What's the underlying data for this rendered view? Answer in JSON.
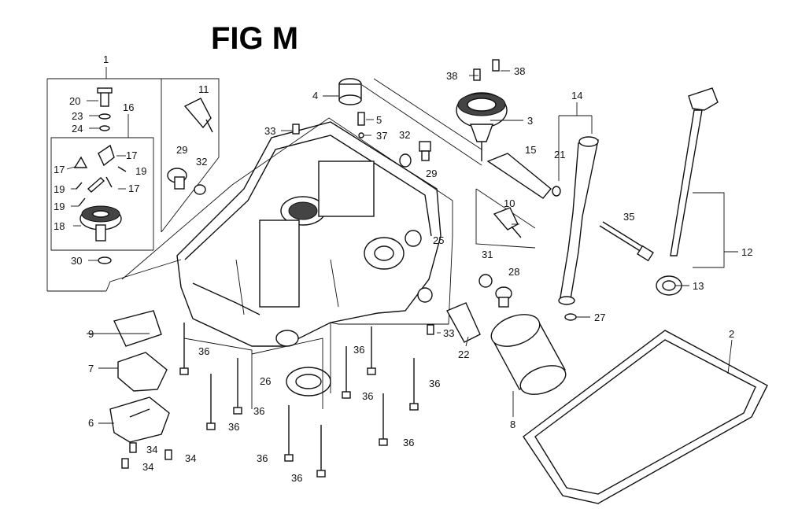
{
  "figure": {
    "title": "FIG M"
  },
  "callouts": [
    {
      "id": "c1",
      "text": "1"
    },
    {
      "id": "c2",
      "text": "2"
    },
    {
      "id": "c3",
      "text": "3"
    },
    {
      "id": "c4",
      "text": "4"
    },
    {
      "id": "c5",
      "text": "5"
    },
    {
      "id": "c6",
      "text": "6"
    },
    {
      "id": "c7",
      "text": "7"
    },
    {
      "id": "c8",
      "text": "8"
    },
    {
      "id": "c9",
      "text": "9"
    },
    {
      "id": "c10",
      "text": "10"
    },
    {
      "id": "c11",
      "text": "11"
    },
    {
      "id": "c12",
      "text": "12"
    },
    {
      "id": "c13",
      "text": "13"
    },
    {
      "id": "c14",
      "text": "14"
    },
    {
      "id": "c15",
      "text": "15"
    },
    {
      "id": "c16",
      "text": "16"
    },
    {
      "id": "c17a",
      "text": "17"
    },
    {
      "id": "c17b",
      "text": "17"
    },
    {
      "id": "c17c",
      "text": "17"
    },
    {
      "id": "c18",
      "text": "18"
    },
    {
      "id": "c19a",
      "text": "19"
    },
    {
      "id": "c19b",
      "text": "19"
    },
    {
      "id": "c19c",
      "text": "19"
    },
    {
      "id": "c20",
      "text": "20"
    },
    {
      "id": "c21",
      "text": "21"
    },
    {
      "id": "c22",
      "text": "22"
    },
    {
      "id": "c23",
      "text": "23"
    },
    {
      "id": "c24",
      "text": "24"
    },
    {
      "id": "c25",
      "text": "25"
    },
    {
      "id": "c26",
      "text": "26"
    },
    {
      "id": "c27",
      "text": "27"
    },
    {
      "id": "c28",
      "text": "28"
    },
    {
      "id": "c29a",
      "text": "29"
    },
    {
      "id": "c29b",
      "text": "29"
    },
    {
      "id": "c30",
      "text": "30"
    },
    {
      "id": "c31",
      "text": "31"
    },
    {
      "id": "c32a",
      "text": "32"
    },
    {
      "id": "c32b",
      "text": "32"
    },
    {
      "id": "c33a",
      "text": "33"
    },
    {
      "id": "c33b",
      "text": "33"
    },
    {
      "id": "c34a",
      "text": "34"
    },
    {
      "id": "c34b",
      "text": "34"
    },
    {
      "id": "c34c",
      "text": "34"
    },
    {
      "id": "c35",
      "text": "35"
    },
    {
      "id": "c36a",
      "text": "36"
    },
    {
      "id": "c36b",
      "text": "36"
    },
    {
      "id": "c36c",
      "text": "36"
    },
    {
      "id": "c36d",
      "text": "36"
    },
    {
      "id": "c36e",
      "text": "36"
    },
    {
      "id": "c36f",
      "text": "36"
    },
    {
      "id": "c36g",
      "text": "36"
    },
    {
      "id": "c36h",
      "text": "36"
    },
    {
      "id": "c36i",
      "text": "36"
    },
    {
      "id": "c37",
      "text": "37"
    },
    {
      "id": "c38a",
      "text": "38"
    },
    {
      "id": "c38b",
      "text": "38"
    }
  ]
}
